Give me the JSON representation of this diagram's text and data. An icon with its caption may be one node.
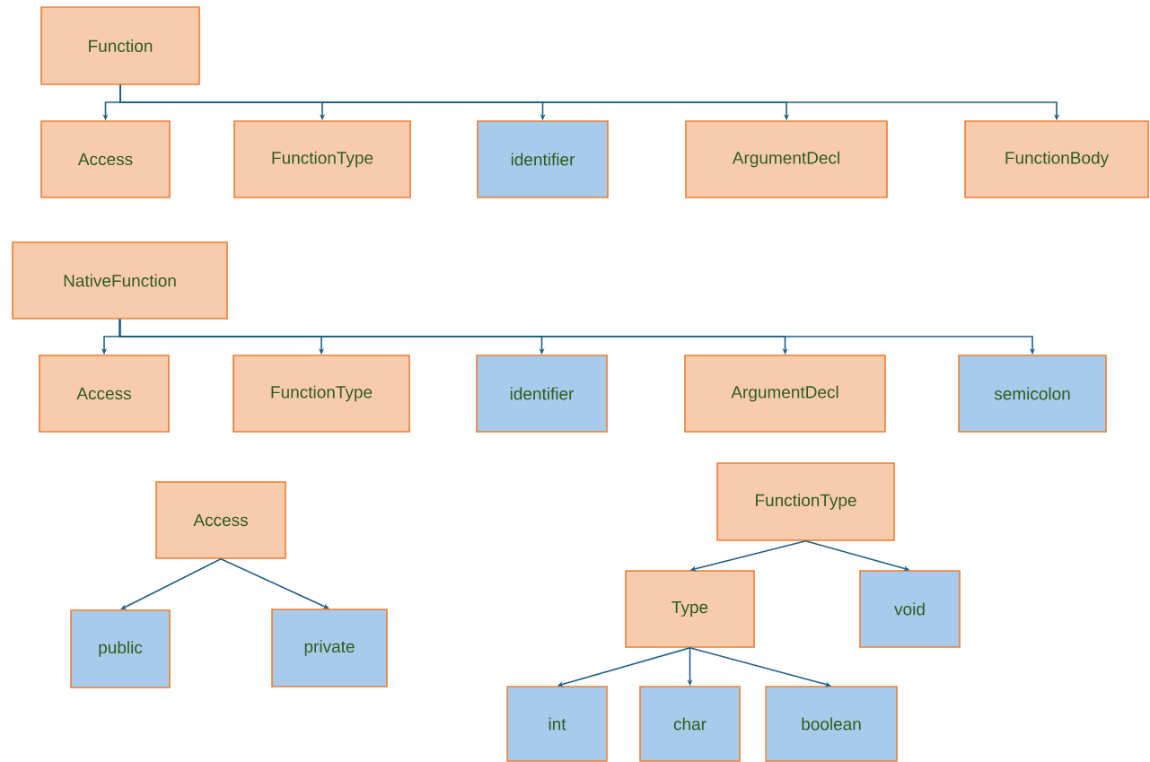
{
  "diagram": {
    "nodes": [
      {
        "text": [
          "Function"
        ]
      },
      {
        "text": [
          "Access"
        ]
      },
      {
        "text": [
          "FunctionType"
        ]
      },
      {
        "text": [
          "identifier"
        ]
      },
      {
        "text": [
          "ArgumentDecl"
        ]
      },
      {
        "text": [
          "FunctionBody"
        ]
      },
      {
        "text": [
          "NativeFunction"
        ]
      },
      {
        "text": [
          "Access"
        ]
      },
      {
        "text": [
          "FunctionType"
        ]
      },
      {
        "text": [
          "identifier"
        ]
      },
      {
        "text": [
          "ArgumentDecl"
        ]
      },
      {
        "text": [
          "semicolon"
        ]
      },
      {
        "text": [
          "Access"
        ]
      },
      {
        "text": [
          "public"
        ]
      },
      {
        "text": [
          "private"
        ]
      },
      {
        "text": [
          "FunctionType"
        ]
      },
      {
        "text": [
          "Type"
        ]
      },
      {
        "text": [
          "void"
        ]
      },
      {
        "text": [
          "int"
        ]
      },
      {
        "text": [
          "char"
        ]
      },
      {
        "text": [
          "boolean"
        ]
      }
    ],
    "edges": [
      {
        "from": 0,
        "to": 1,
        "arrow": "to"
      },
      {
        "from": 0,
        "to": 2,
        "arrow": "to"
      },
      {
        "from": 0,
        "to": 3,
        "arrow": "to"
      },
      {
        "from": 0,
        "to": 4,
        "arrow": "to"
      },
      {
        "from": 0,
        "to": 5,
        "arrow": "to"
      },
      {
        "from": 6,
        "to": 7,
        "arrow": "to"
      },
      {
        "from": 6,
        "to": 8,
        "arrow": "to"
      },
      {
        "from": 6,
        "to": 9,
        "arrow": "to"
      },
      {
        "from": 6,
        "to": 10,
        "arrow": "to"
      },
      {
        "from": 6,
        "to": 11,
        "arrow": "to"
      },
      {
        "from": 12,
        "to": 13,
        "arrow": "to"
      },
      {
        "from": 12,
        "to": 14,
        "arrow": "to"
      },
      {
        "from": 15,
        "to": 16,
        "arrow": "to"
      },
      {
        "from": 15,
        "to": 17,
        "arrow": "to"
      },
      {
        "from": 16,
        "to": 18,
        "arrow": "to"
      },
      {
        "from": 16,
        "to": 19,
        "arrow": "to"
      },
      {
        "from": 16,
        "to": 20,
        "arrow": "to"
      }
    ]
  }
}
